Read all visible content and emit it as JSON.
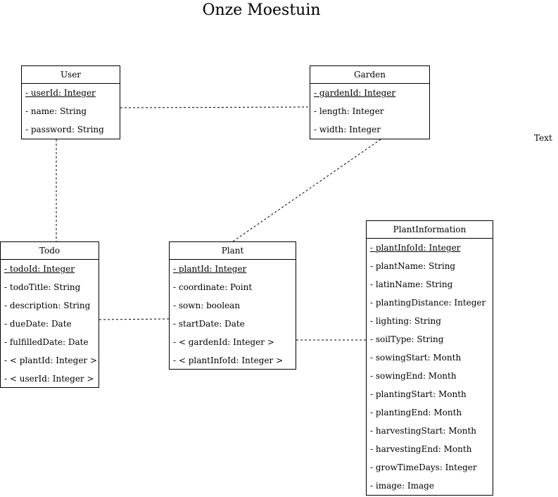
{
  "diagram": {
    "title": "Onze Moestuin",
    "free_text": "Text"
  },
  "classes": {
    "user": {
      "name": "User",
      "attributes": [
        {
          "text": "- userId: Integer",
          "key": true
        },
        {
          "text": "- name: String",
          "key": false
        },
        {
          "text": "- password: String",
          "key": false
        }
      ]
    },
    "garden": {
      "name": "Garden",
      "attributes": [
        {
          "text": "- gardenId: Integer",
          "key": true
        },
        {
          "text": "- length: Integer",
          "key": false
        },
        {
          "text": "- width: Integer",
          "key": false
        }
      ]
    },
    "todo": {
      "name": "Todo",
      "attributes": [
        {
          "text": "- todoId: Integer",
          "key": true
        },
        {
          "text": "- todoTitle: String",
          "key": false
        },
        {
          "text": "- description: String",
          "key": false
        },
        {
          "text": "- dueDate: Date",
          "key": false
        },
        {
          "text": "- fulfilledDate: Date",
          "key": false
        },
        {
          "text": "- < plantId: Integer >",
          "key": false
        },
        {
          "text": "- < userId: Integer >",
          "key": false
        }
      ]
    },
    "plant": {
      "name": "Plant",
      "attributes": [
        {
          "text": "- plantId: Integer",
          "key": true
        },
        {
          "text": "- coordinate: Point",
          "key": false
        },
        {
          "text": "- sown: boolean",
          "key": false
        },
        {
          "text": "- startDate: Date",
          "key": false
        },
        {
          "text": "- < gardenId: Integer >",
          "key": false
        },
        {
          "text": "- < plantInfoId: Integer >",
          "key": false
        }
      ]
    },
    "plant_information": {
      "name": "PlantInformation",
      "attributes": [
        {
          "text": "- plantInfoId: Integer",
          "key": true
        },
        {
          "text": "- plantName: String",
          "key": false
        },
        {
          "text": "- latinName: String",
          "key": false
        },
        {
          "text": "- plantingDistance: Integer",
          "key": false
        },
        {
          "text": "- lighting: String",
          "key": false
        },
        {
          "text": "- soilType: String",
          "key": false
        },
        {
          "text": "- sowingStart: Month",
          "key": false
        },
        {
          "text": "- sowingEnd: Month",
          "key": false
        },
        {
          "text": "- plantingStart: Month",
          "key": false
        },
        {
          "text": "- plantingEnd: Month",
          "key": false
        },
        {
          "text": "- harvestingStart: Month",
          "key": false
        },
        {
          "text": "- harvestingEnd: Month",
          "key": false
        },
        {
          "text": "- growTimeDays: Integer",
          "key": false
        },
        {
          "text": "- image: Image",
          "key": false
        }
      ]
    }
  },
  "connections": [
    {
      "from": "User",
      "to": "Garden",
      "style": "dashed"
    },
    {
      "from": "User",
      "to": "Todo",
      "style": "dashed"
    },
    {
      "from": "Garden",
      "to": "Plant",
      "style": "dashed"
    },
    {
      "from": "Todo",
      "to": "Plant",
      "style": "dashed"
    },
    {
      "from": "Plant",
      "to": "PlantInformation",
      "style": "dashed"
    }
  ],
  "colors": {
    "line": "#000000",
    "background": "#ffffff"
  }
}
